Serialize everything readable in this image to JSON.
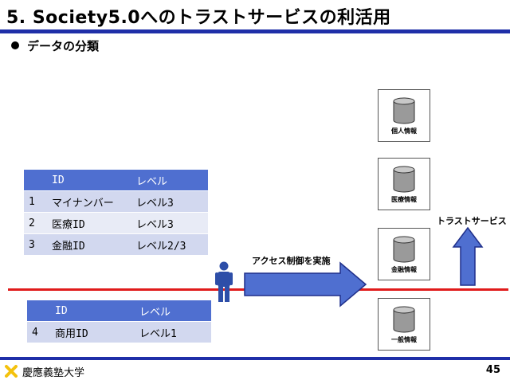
{
  "slide": {
    "title": "5. Society5.0へのトラストサービスの利活用",
    "bullet": "データの分類",
    "page_number": "45"
  },
  "table_upper": {
    "headers": [
      "",
      "ID",
      "レベル"
    ],
    "rows": [
      [
        "1",
        "マイナンバー",
        "レベル3"
      ],
      [
        "2",
        "医療ID",
        "レベル3"
      ],
      [
        "3",
        "金融ID",
        "レベル2/3"
      ]
    ]
  },
  "table_lower": {
    "headers": [
      "",
      "ID",
      "レベル"
    ],
    "rows": [
      [
        "4",
        "商用ID",
        "レベル1"
      ]
    ]
  },
  "diagram": {
    "access_control_label": "アクセス制御を実施",
    "trust_service_label": "トラストサービス",
    "databases": [
      "個人情報",
      "医療情報",
      "金融情報",
      "一般情報"
    ]
  },
  "footer": {
    "university": "慶應義塾大学"
  },
  "colors": {
    "title_rule": "#1f2fa8",
    "table_header": "#4f6fd0",
    "row_odd": "#d2d8ef",
    "row_even": "#e8ebf6",
    "red_line": "#e01b1b",
    "arrow_fill": "#4f6fd0",
    "logo": "#f4c20d"
  }
}
